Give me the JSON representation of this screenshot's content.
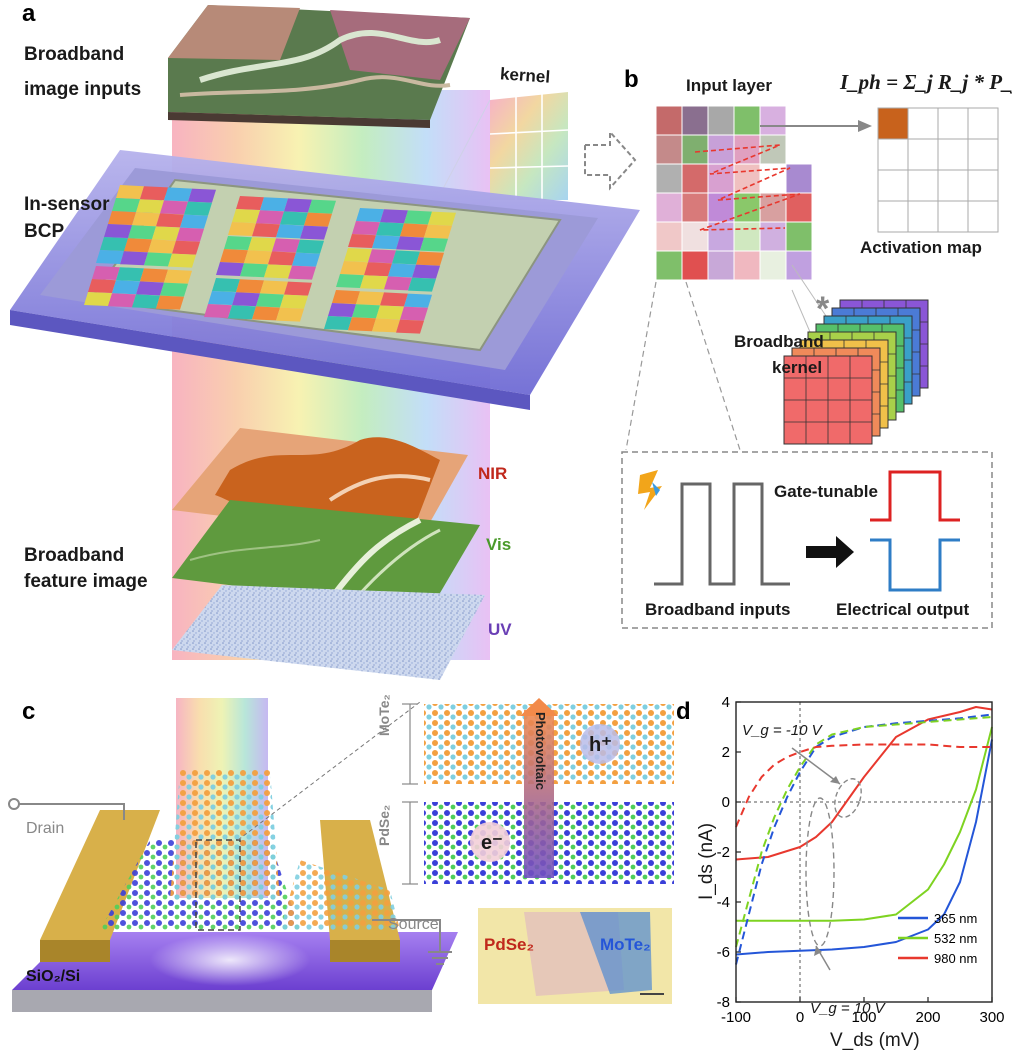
{
  "panel_a": {
    "letter": "a",
    "label_inputs_1": "Broadband",
    "label_inputs_2": "image inputs",
    "label_sensor_1": "In-sensor",
    "label_sensor_2": "BCP",
    "label_feature_1": "Broadband",
    "label_feature_2": "feature image",
    "kernel": "kernel",
    "layer_nir": "NIR",
    "layer_vis": "Vis",
    "layer_uv": "UV"
  },
  "panel_b": {
    "letter": "b",
    "input_layer": "Input layer",
    "equation": "I_ph = Σ_j R_j * P_j",
    "activation_map": "Activation map",
    "asterisk": "*",
    "broadband_kernel_1": "Broadband",
    "broadband_kernel_2": "kernel",
    "gate_tunable": "Gate-tunable",
    "broadband_inputs": "Broadband inputs",
    "electrical_output": "Electrical output"
  },
  "panel_c": {
    "letter": "c",
    "drain": "Drain",
    "source": "Source",
    "substrate": "SiO₂/Si",
    "mote2": "MoTe₂",
    "pdse2": "PdSe₂",
    "photovoltaic": "Photovoltaic",
    "hole": "h⁺",
    "electron": "e⁻",
    "inset_pdse2": "PdSe₂",
    "inset_mote2": "MoTe₂"
  },
  "panel_d": {
    "letter": "d",
    "annotation_top": "V_g = -10 V",
    "annotation_bottom": "V_g = 10 V"
  },
  "chart_data": {
    "type": "line",
    "xlabel": "V_ds (mV)",
    "ylabel": "I_ds (nA)",
    "xlim": [
      -100,
      300
    ],
    "ylim": [
      -8,
      4
    ],
    "xticks": [
      -100,
      0,
      100,
      200,
      300
    ],
    "yticks": [
      -8,
      -6,
      -4,
      -2,
      0,
      2,
      4
    ],
    "grid": false,
    "legend_position": "bottom-right",
    "series": [
      {
        "name": "365 nm",
        "color": "#2456d8",
        "gate": "V_g = 10 V",
        "style": "solid",
        "x": [
          -100,
          -50,
          0,
          50,
          100,
          150,
          200,
          225,
          250,
          275,
          300
        ],
        "y": [
          -6.1,
          -6.0,
          -5.95,
          -5.9,
          -5.8,
          -5.6,
          -5.1,
          -4.5,
          -3.2,
          -0.8,
          2.5
        ]
      },
      {
        "name": "532 nm",
        "color": "#7ed321",
        "gate": "V_g = 10 V",
        "style": "solid",
        "x": [
          -100,
          -50,
          0,
          50,
          100,
          150,
          200,
          225,
          250,
          275,
          300
        ],
        "y": [
          -4.75,
          -4.75,
          -4.75,
          -4.75,
          -4.7,
          -4.5,
          -3.5,
          -2.5,
          -1.2,
          0.5,
          3.0
        ]
      },
      {
        "name": "980 nm",
        "color": "#e8382e",
        "gate": "V_g = 10 V",
        "style": "solid",
        "x": [
          -100,
          -50,
          0,
          25,
          50,
          75,
          100,
          125,
          150,
          200,
          250,
          275,
          300
        ],
        "y": [
          -2.3,
          -2.2,
          -1.8,
          -1.4,
          -0.8,
          0.1,
          1.0,
          1.8,
          2.6,
          3.3,
          3.6,
          3.8,
          3.7
        ]
      },
      {
        "name": "365 nm",
        "color": "#2456d8",
        "gate": "V_g = -10 V",
        "style": "dashed",
        "x": [
          -100,
          -80,
          -60,
          -40,
          -20,
          0,
          25,
          50,
          100,
          150,
          200,
          250,
          300
        ],
        "y": [
          -6.5,
          -4.5,
          -2.5,
          -1.0,
          0.2,
          1.2,
          2.2,
          2.6,
          3.0,
          3.15,
          3.25,
          3.35,
          3.5
        ]
      },
      {
        "name": "532 nm",
        "color": "#7ed321",
        "gate": "V_g = -10 V",
        "style": "dashed",
        "x": [
          -100,
          -80,
          -60,
          -40,
          -20,
          0,
          25,
          50,
          100,
          150,
          200,
          250,
          300
        ],
        "y": [
          -5.8,
          -3.9,
          -2.0,
          -0.6,
          0.5,
          1.4,
          2.3,
          2.7,
          3.0,
          3.1,
          3.2,
          3.3,
          3.4
        ]
      },
      {
        "name": "980 nm",
        "color": "#e8382e",
        "gate": "V_g = -10 V",
        "style": "dashed",
        "x": [
          -100,
          -80,
          -60,
          -40,
          -20,
          0,
          25,
          50,
          100,
          150,
          200,
          250,
          300
        ],
        "y": [
          -1.0,
          0.2,
          1.0,
          1.5,
          1.8,
          2.0,
          2.2,
          2.25,
          2.3,
          2.3,
          2.3,
          2.2,
          2.2
        ]
      }
    ]
  }
}
